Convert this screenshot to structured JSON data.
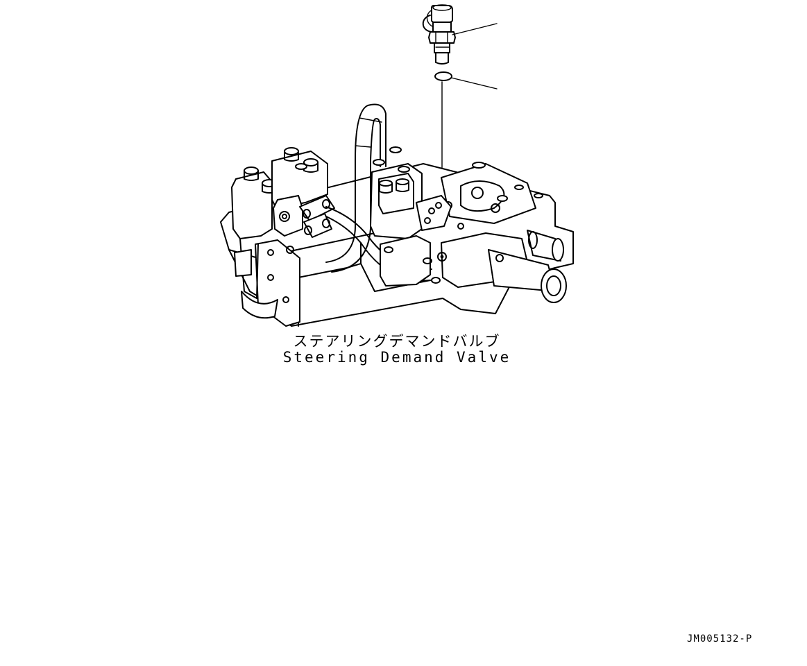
{
  "diagram": {
    "caption_japanese": "ステアリングデマンドバルブ",
    "caption_english": "Steering Demand Valve",
    "drawing_id": "JM005132-P"
  },
  "icons": {
    "fitting": "quick-coupler-fitting-icon",
    "seal": "o-ring-icon",
    "assembly": "steering-demand-valve-assembly-icon"
  }
}
